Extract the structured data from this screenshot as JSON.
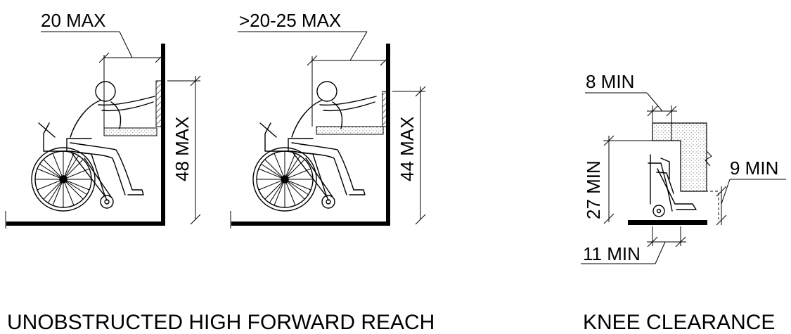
{
  "figures": [
    {
      "name": "unobstructed-high-forward-reach",
      "caption": "UNOBSTRUCTED HIGH FORWARD REACH",
      "panels": [
        {
          "reach_label": "20 MAX",
          "height_label": "48 MAX"
        },
        {
          "reach_label": ">20-25 MAX",
          "height_label": "44 MAX"
        }
      ]
    },
    {
      "name": "knee-clearance",
      "caption": "KNEE CLEARANCE",
      "labels": {
        "top_depth": "8 MIN",
        "height": "27 MIN",
        "toe_depth": "9 MIN",
        "base_depth": "11 MIN"
      }
    }
  ]
}
